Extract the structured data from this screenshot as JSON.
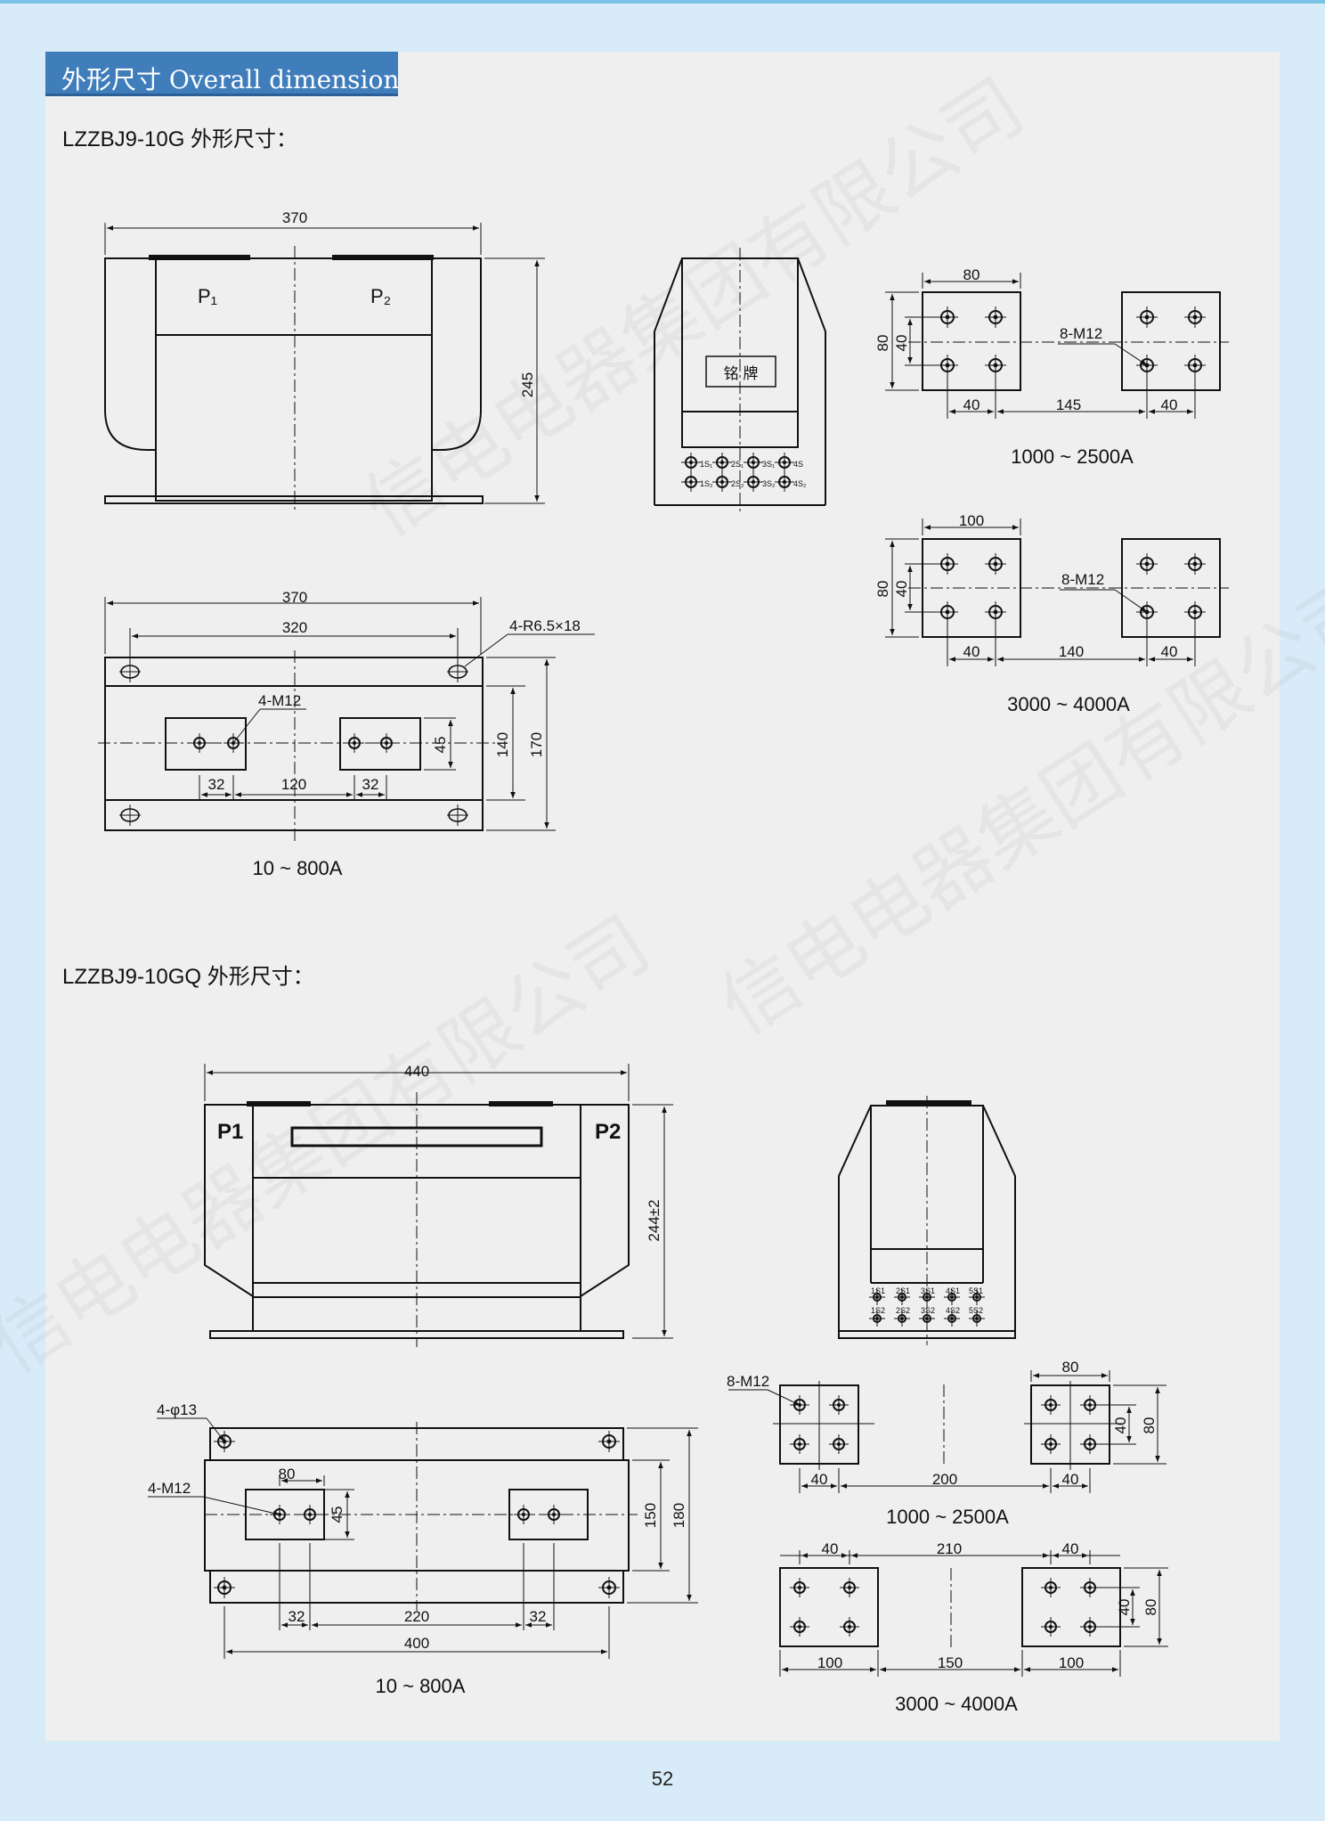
{
  "header": {
    "section_title": "外形尺寸 Overall dimension"
  },
  "watermark": "信电电器集团有限公司",
  "model_a": {
    "title": "LZZBJ9-10G 外形尺寸：",
    "front": {
      "width": "370",
      "height": "245",
      "terminal_p1": "P₁",
      "terminal_p2": "P₂"
    },
    "side": {
      "nameplate": "铭 牌",
      "terminals": [
        "1S₁",
        "2S₁",
        "3S₁",
        "4S",
        "1S₂",
        "2S₂",
        "3S₂",
        "4S₂"
      ]
    },
    "plan": {
      "outer": "370",
      "hole_pitch": "320",
      "slot": "4-R6.5×18",
      "bolt": "4-M12",
      "gap_left": "32",
      "gap_mid": "120",
      "gap_right": "32",
      "bar_h": "45",
      "inner_h": "140",
      "outer_h": "170",
      "caption": "10 ~ 800A"
    },
    "bus1": {
      "pad": "80",
      "pad_h": "80",
      "hole_v": "40",
      "bolt": "8-M12",
      "x1": "40",
      "x2": "145",
      "x3": "40",
      "caption": "1000 ~ 2500A"
    },
    "bus2": {
      "pad": "100",
      "pad_h": "80",
      "hole_v": "40",
      "bolt": "8-M12",
      "x1": "40",
      "x2": "140",
      "x3": "40",
      "caption": "3000 ~ 4000A"
    }
  },
  "model_b": {
    "title": "LZZBJ9-10GQ 外形尺寸：",
    "front": {
      "width": "440",
      "height": "244±2",
      "terminal_p1": "P1",
      "terminal_p2": "P2"
    },
    "side": {
      "terminals_top": [
        "1S1",
        "2S1",
        "3S1",
        "4S1",
        "5S1"
      ],
      "terminals_bottom": [
        "1S2",
        "2S2",
        "3S2",
        "4S2",
        "5S2"
      ]
    },
    "plan": {
      "hole": "4-φ13",
      "bolt": "4-M12",
      "pad": "80",
      "bar_h": "45",
      "inner_h": "150",
      "outer_h": "180",
      "gap_left": "32",
      "gap_mid": "220",
      "gap_right": "32",
      "total": "400",
      "caption": "10 ~ 800A"
    },
    "bus1": {
      "bolt": "8-M12",
      "pad": "80",
      "hole_v": "40",
      "pad_h": "80",
      "x1": "40",
      "x2": "200",
      "x3": "40",
      "caption": "1000 ~ 2500A"
    },
    "bus2": {
      "top1": "40",
      "top2": "210",
      "top3": "40",
      "hole_v": "40",
      "pad_h": "80",
      "b1": "100",
      "b2": "150",
      "b3": "100",
      "caption": "3000 ~ 4000A"
    }
  },
  "page_number": "52"
}
